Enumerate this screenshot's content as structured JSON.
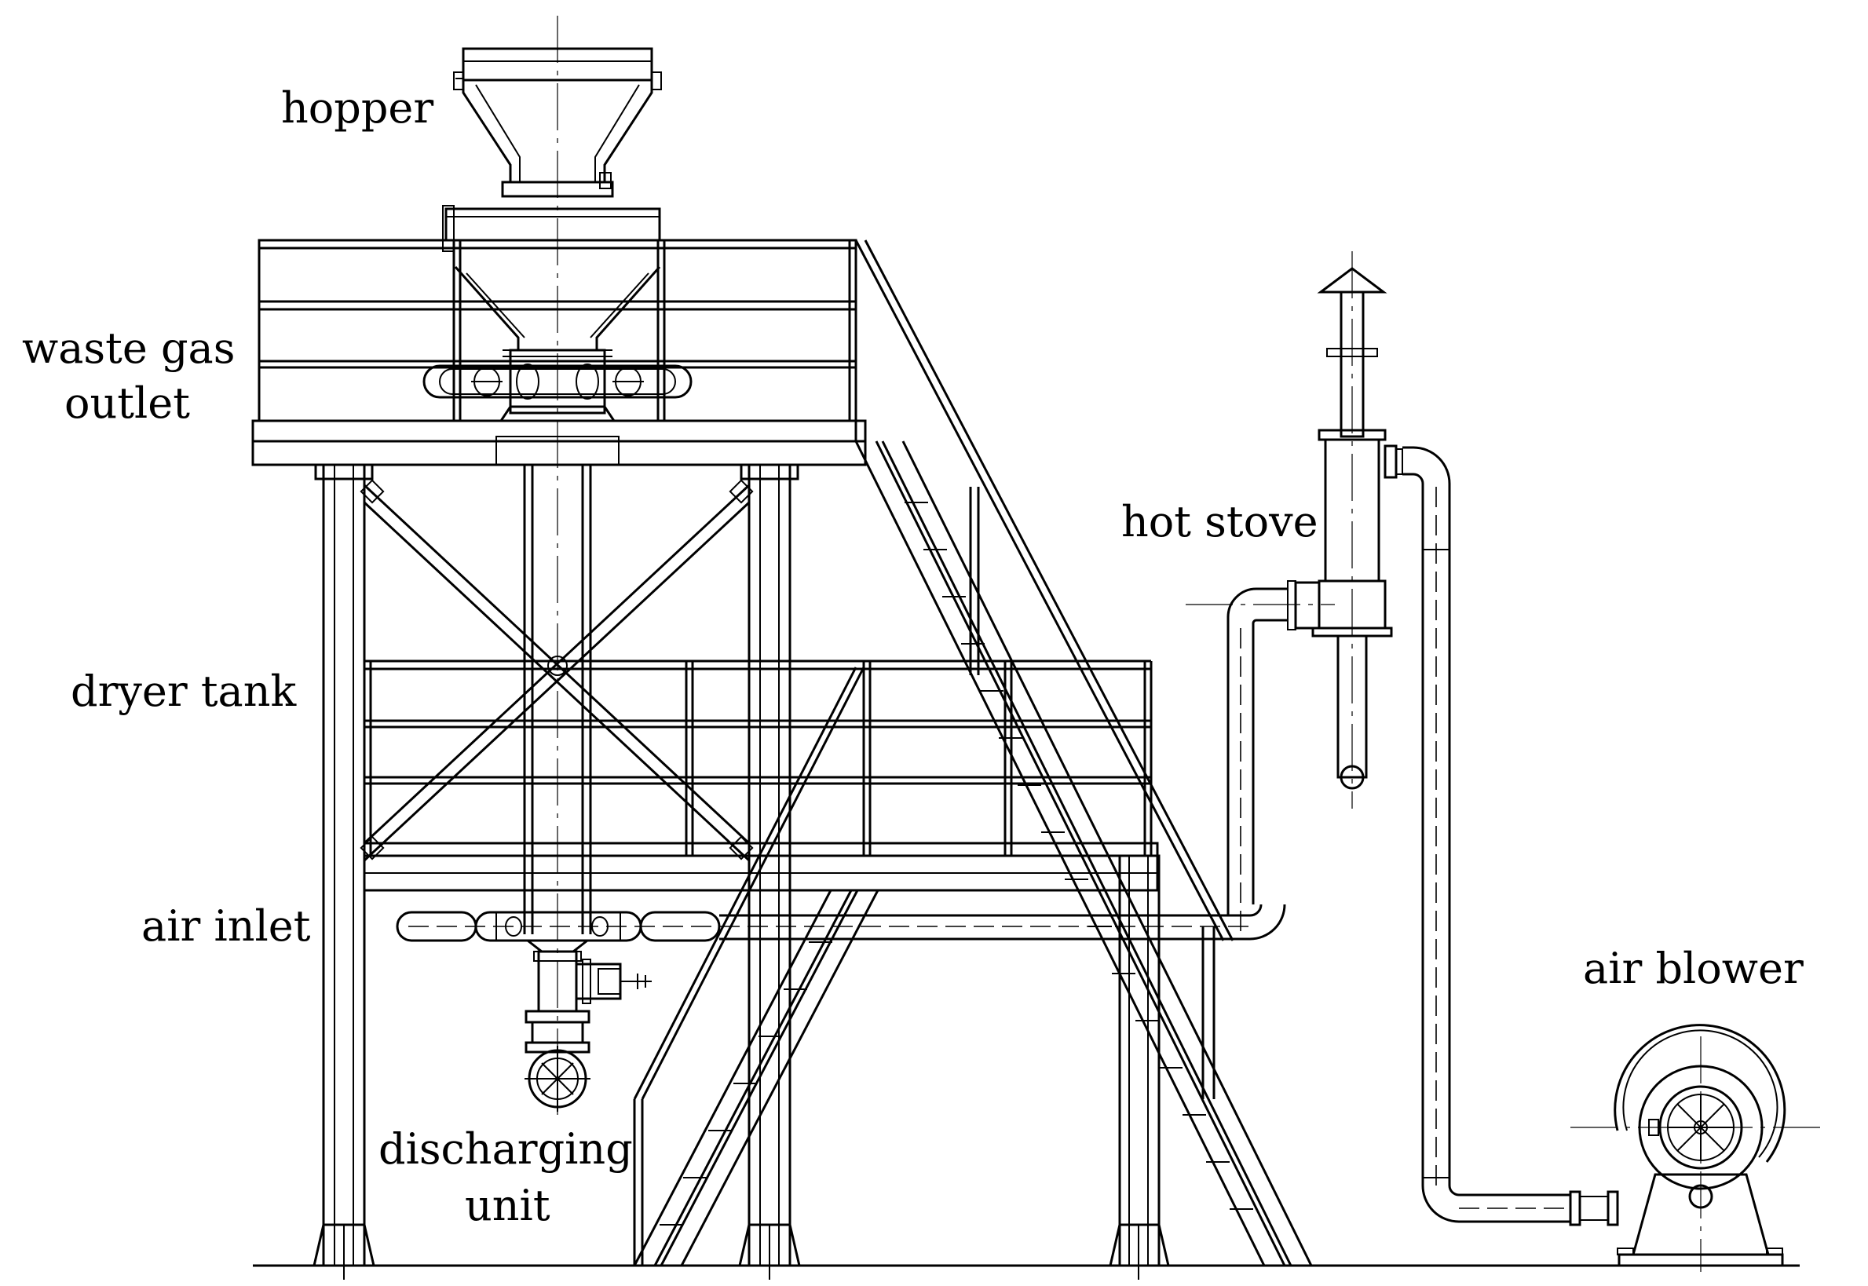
{
  "labels": {
    "hopper": "hopper",
    "waste_gas_1": "waste gas",
    "waste_gas_2": "outlet",
    "hot_stove": "hot stove",
    "dryer_tank": "dryer tank",
    "air_inlet": "air inlet",
    "air_blower": "air blower",
    "discharging_1": "discharging",
    "discharging_2": "unit"
  },
  "colors": {
    "line": "#000000",
    "background": "#ffffff"
  }
}
